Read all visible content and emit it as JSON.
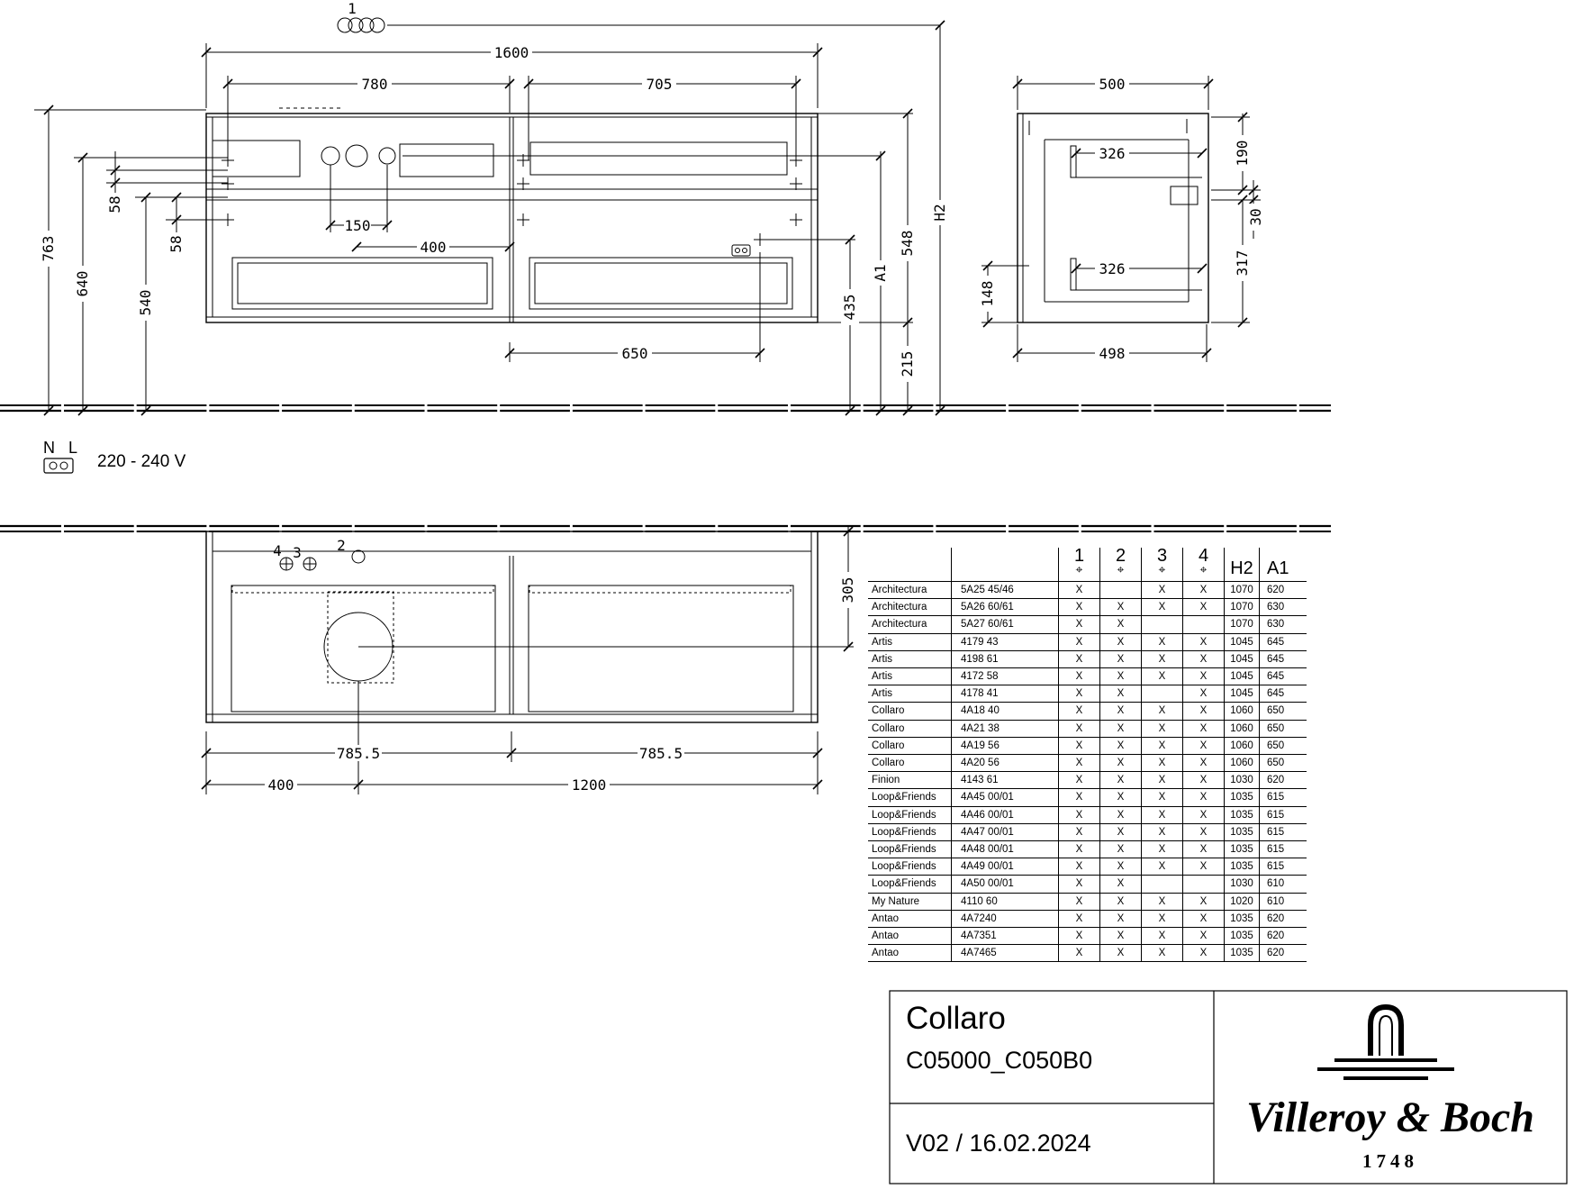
{
  "dimensions": {
    "w1600": "1600",
    "w780": "780",
    "w705": "705",
    "w500": "500",
    "h763": "763",
    "h640": "640",
    "h540": "540",
    "h58a": "58",
    "h58b": "58",
    "w150": "150",
    "w400": "400",
    "w650": "650",
    "h435": "435",
    "hA1": "A1",
    "h548": "548",
    "h215": "215",
    "hH2": "H2",
    "w326a": "326",
    "w326b": "326",
    "h190": "190",
    "h30": "30",
    "h317": "317",
    "h148": "148",
    "w498": "498",
    "w785a": "785.5",
    "w785b": "785.5",
    "w400b": "400",
    "w1200": "1200",
    "h305": "305"
  },
  "callouts": {
    "top": "1",
    "p4": "4",
    "p3": "3",
    "p2": "2"
  },
  "electrical": {
    "n": "N",
    "l": "L",
    "voltage": "220 - 240 V"
  },
  "table": {
    "col_headers": [
      "1",
      "2",
      "3",
      "4",
      "H2",
      "A1"
    ],
    "rows": [
      {
        "series": "Architectura",
        "code": "5A25 45/46",
        "c1": "X",
        "c2": "",
        "c3": "X",
        "c4": "X",
        "h2": "1070",
        "a1": "620"
      },
      {
        "series": "Architectura",
        "code": "5A26 60/61",
        "c1": "X",
        "c2": "X",
        "c3": "X",
        "c4": "X",
        "h2": "1070",
        "a1": "630"
      },
      {
        "series": "Architectura",
        "code": "5A27 60/61",
        "c1": "X",
        "c2": "X",
        "c3": "",
        "c4": "",
        "h2": "1070",
        "a1": "630"
      },
      {
        "series": "Artis",
        "code": "4179 43",
        "c1": "X",
        "c2": "X",
        "c3": "X",
        "c4": "X",
        "h2": "1045",
        "a1": "645"
      },
      {
        "series": "Artis",
        "code": "4198 61",
        "c1": "X",
        "c2": "X",
        "c3": "X",
        "c4": "X",
        "h2": "1045",
        "a1": "645"
      },
      {
        "series": "Artis",
        "code": "4172 58",
        "c1": "X",
        "c2": "X",
        "c3": "X",
        "c4": "X",
        "h2": "1045",
        "a1": "645"
      },
      {
        "series": "Artis",
        "code": "4178 41",
        "c1": "X",
        "c2": "X",
        "c3": "",
        "c4": "X",
        "h2": "1045",
        "a1": "645"
      },
      {
        "series": "Collaro",
        "code": "4A18 40",
        "c1": "X",
        "c2": "X",
        "c3": "X",
        "c4": "X",
        "h2": "1060",
        "a1": "650"
      },
      {
        "series": "Collaro",
        "code": "4A21 38",
        "c1": "X",
        "c2": "X",
        "c3": "X",
        "c4": "X",
        "h2": "1060",
        "a1": "650"
      },
      {
        "series": "Collaro",
        "code": "4A19 56",
        "c1": "X",
        "c2": "X",
        "c3": "X",
        "c4": "X",
        "h2": "1060",
        "a1": "650"
      },
      {
        "series": "Collaro",
        "code": "4A20 56",
        "c1": "X",
        "c2": "X",
        "c3": "X",
        "c4": "X",
        "h2": "1060",
        "a1": "650"
      },
      {
        "series": "Finion",
        "code": "4143 61",
        "c1": "X",
        "c2": "X",
        "c3": "X",
        "c4": "X",
        "h2": "1030",
        "a1": "620"
      },
      {
        "series": "Loop&Friends",
        "code": "4A45 00/01",
        "c1": "X",
        "c2": "X",
        "c3": "X",
        "c4": "X",
        "h2": "1035",
        "a1": "615"
      },
      {
        "series": "Loop&Friends",
        "code": "4A46 00/01",
        "c1": "X",
        "c2": "X",
        "c3": "X",
        "c4": "X",
        "h2": "1035",
        "a1": "615"
      },
      {
        "series": "Loop&Friends",
        "code": "4A47 00/01",
        "c1": "X",
        "c2": "X",
        "c3": "X",
        "c4": "X",
        "h2": "1035",
        "a1": "615"
      },
      {
        "series": "Loop&Friends",
        "code": "4A48 00/01",
        "c1": "X",
        "c2": "X",
        "c3": "X",
        "c4": "X",
        "h2": "1035",
        "a1": "615"
      },
      {
        "series": "Loop&Friends",
        "code": "4A49 00/01",
        "c1": "X",
        "c2": "X",
        "c3": "X",
        "c4": "X",
        "h2": "1035",
        "a1": "615"
      },
      {
        "series": "Loop&Friends",
        "code": "4A50 00/01",
        "c1": "X",
        "c2": "X",
        "c3": "",
        "c4": "",
        "h2": "1030",
        "a1": "610"
      },
      {
        "series": "My Nature",
        "code": "4110 60",
        "c1": "X",
        "c2": "X",
        "c3": "X",
        "c4": "X",
        "h2": "1020",
        "a1": "610"
      },
      {
        "series": "Antao",
        "code": "4A7240",
        "c1": "X",
        "c2": "X",
        "c3": "X",
        "c4": "X",
        "h2": "1035",
        "a1": "620"
      },
      {
        "series": "Antao",
        "code": "4A7351",
        "c1": "X",
        "c2": "X",
        "c3": "X",
        "c4": "X",
        "h2": "1035",
        "a1": "620"
      },
      {
        "series": "Antao",
        "code": "4A7465",
        "c1": "X",
        "c2": "X",
        "c3": "X",
        "c4": "X",
        "h2": "1035",
        "a1": "620"
      }
    ]
  },
  "title_block": {
    "product": "Collaro",
    "article": "C05000_C050B0",
    "version": "V02 / 16.02.2024",
    "brand": "Villeroy & Boch",
    "year": "1748"
  }
}
